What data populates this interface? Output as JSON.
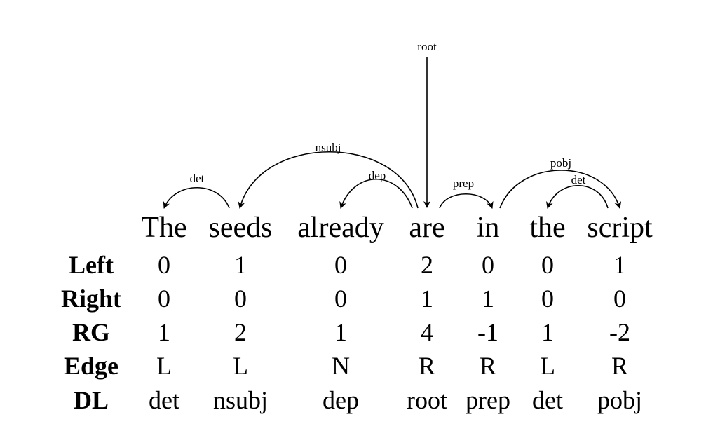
{
  "root_label": "root",
  "words": [
    "The",
    "seeds",
    "already",
    "are",
    "in",
    "the",
    "script"
  ],
  "arcs": [
    {
      "label": "det",
      "head": 1,
      "dep": 0
    },
    {
      "label": "nsubj",
      "head": 3,
      "dep": 1
    },
    {
      "label": "dep",
      "head": 3,
      "dep": 2
    },
    {
      "label": "prep",
      "head": 3,
      "dep": 4
    },
    {
      "label": "pobj",
      "head": 4,
      "dep": 6
    },
    {
      "label": "det",
      "head": 6,
      "dep": 5
    }
  ],
  "table": {
    "rows": [
      {
        "label": "Left",
        "values": [
          "0",
          "1",
          "0",
          "2",
          "0",
          "0",
          "1"
        ]
      },
      {
        "label": "Right",
        "values": [
          "0",
          "0",
          "0",
          "1",
          "1",
          "0",
          "0"
        ]
      },
      {
        "label": "RG",
        "values": [
          "1",
          "2",
          "1",
          "4",
          "-1",
          "1",
          "-2"
        ]
      },
      {
        "label": "Edge",
        "values": [
          "L",
          "L",
          "N",
          "R",
          "R",
          "L",
          "R"
        ]
      },
      {
        "label": "DL",
        "values": [
          "det",
          "nsubj",
          "dep",
          "root",
          "prep",
          "det",
          "pobj"
        ]
      }
    ]
  }
}
